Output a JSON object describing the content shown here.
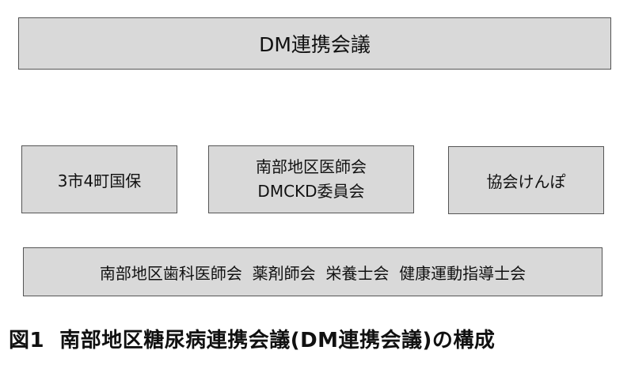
{
  "diagram": {
    "top_box": {
      "label": "DM連携会議"
    },
    "middle_boxes": [
      {
        "lines": [
          "3市4町国保"
        ]
      },
      {
        "lines": [
          "南部地区医師会",
          "DMCKD委員会"
        ]
      },
      {
        "lines": [
          "協会けんぽ"
        ]
      }
    ],
    "bottom_box": {
      "label": "南部地区歯科医師会  薬剤師会  栄養士会  健康運動指導士会"
    }
  },
  "caption": "図1  南部地区糖尿病連携会議(DM連携会議)の構成",
  "colors": {
    "box_fill": "#d9d9d9",
    "box_border": "#555555",
    "text": "#111111"
  }
}
